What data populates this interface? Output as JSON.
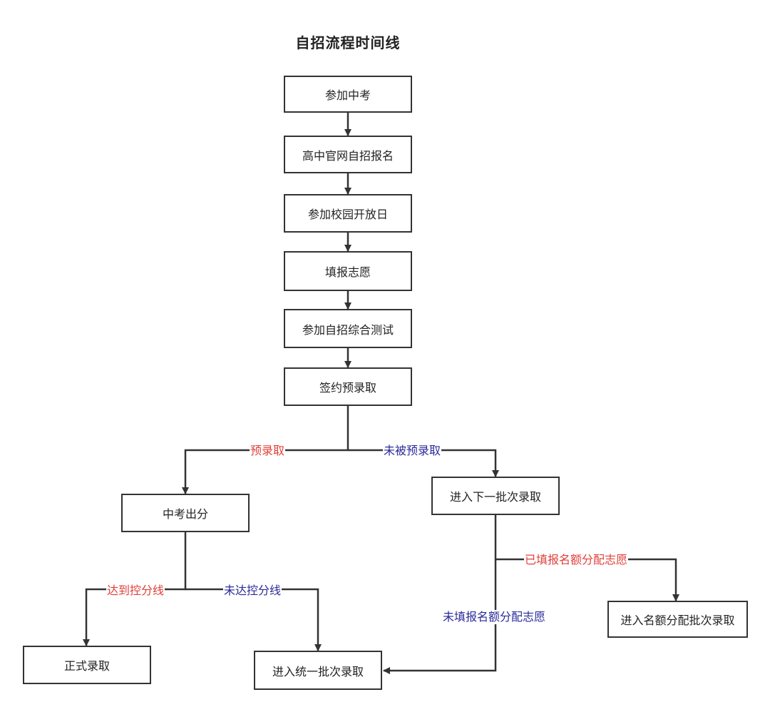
{
  "title": "自招流程时间线",
  "nodes": {
    "n1": "参加中考",
    "n2": "高中官网自招报名",
    "n3": "参加校园开放日",
    "n4": "填报志愿",
    "n5": "参加自招综合测试",
    "n6": "签约预录取",
    "n7": "中考出分",
    "n8": "进入下一批次录取",
    "n9": "正式录取",
    "n10": "进入统一批次录取",
    "n11": "进入名额分配批次录取"
  },
  "edge_labels": {
    "pre_admitted": "预录取",
    "not_pre_admitted": "未被预录取",
    "reached_line": "达到控分线",
    "not_reached_line": "未达控分线",
    "filled_quota": "已填报名额分配志愿",
    "not_filled_quota": "未填报名额分配志愿"
  },
  "colors": {
    "box_border": "#333333",
    "line": "#333333",
    "label_red": "#e0403a",
    "label_blue": "#2a2a9a"
  }
}
